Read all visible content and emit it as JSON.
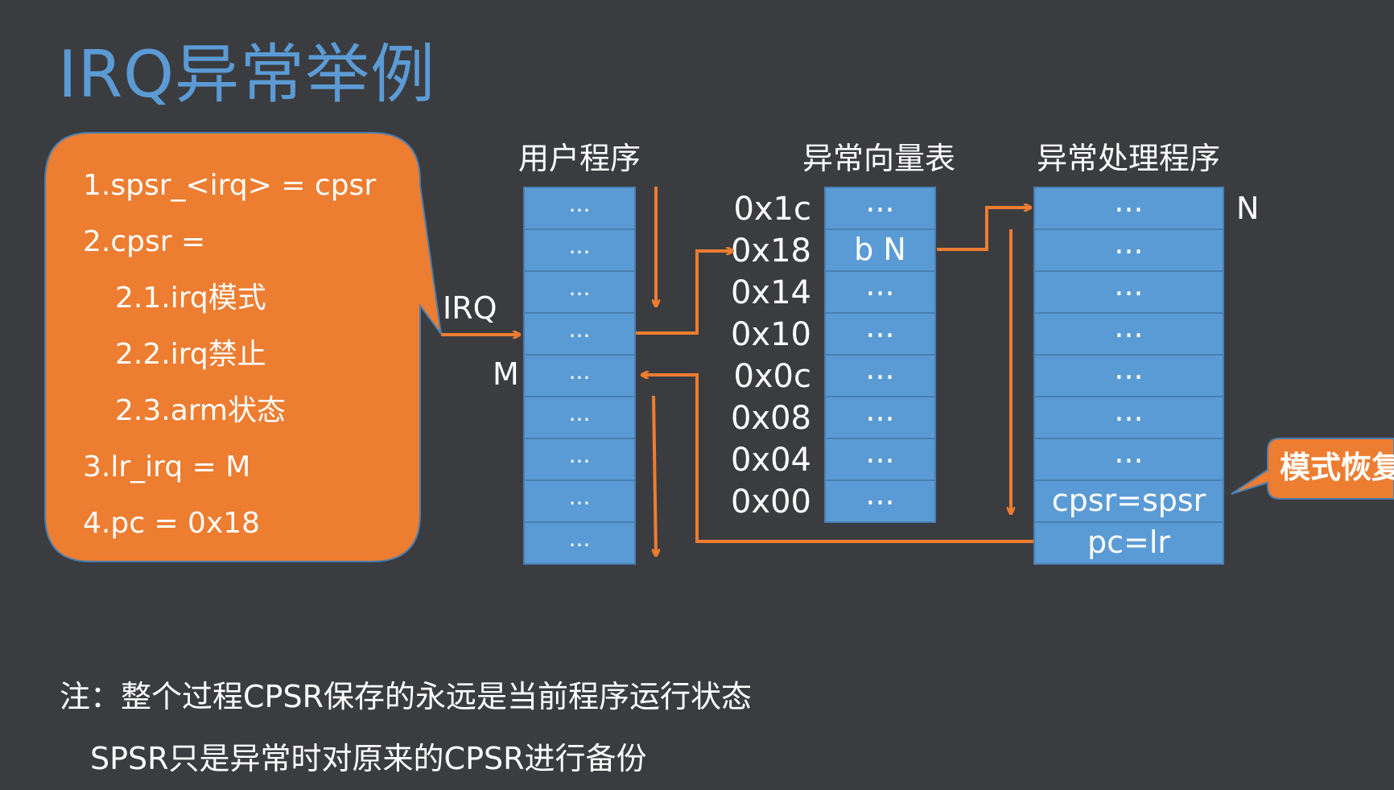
{
  "title": "IRQ异常举例",
  "callout": {
    "lines": [
      "1.spsr_<irq> = cpsr",
      "2.cpsr =",
      "2.1.irq模式",
      "2.2.irq禁止",
      "2.3.arm状态",
      "3.lr_irq = M",
      "4.pc = 0x18"
    ],
    "pointer_label": "IRQ"
  },
  "user_program": {
    "header": "用户程序",
    "cells": [
      "...",
      "...",
      "...",
      "...",
      "...",
      "...",
      "...",
      "...",
      "..."
    ],
    "marker_label": "M"
  },
  "vector_table": {
    "header": "异常向量表",
    "addresses": [
      "0x1c",
      "0x18",
      "0x14",
      "0x10",
      "0x0c",
      "0x08",
      "0x04",
      "0x00"
    ],
    "cells": [
      "...",
      "b N",
      "...",
      "...",
      "...",
      "...",
      "...",
      "..."
    ]
  },
  "handler": {
    "header": "异常处理程序",
    "cells": [
      "...",
      "...",
      "...",
      "...",
      "...",
      "...",
      "...",
      "cpsr=spsr",
      "pc=lr"
    ],
    "entry_label": "N"
  },
  "side_callout": "模式恢复",
  "notes": {
    "line1": "注：整个过程CPSR保存的永远是当前程序运行状态",
    "line2": "SPSR只是异常时对原来的CPSR进行备份"
  },
  "colors": {
    "background": "#3b3c40",
    "title": "#5b9bd5",
    "cell_fill": "#5b9bd5",
    "callout_fill": "#ed7d31",
    "arrow": "#ed7d31"
  }
}
